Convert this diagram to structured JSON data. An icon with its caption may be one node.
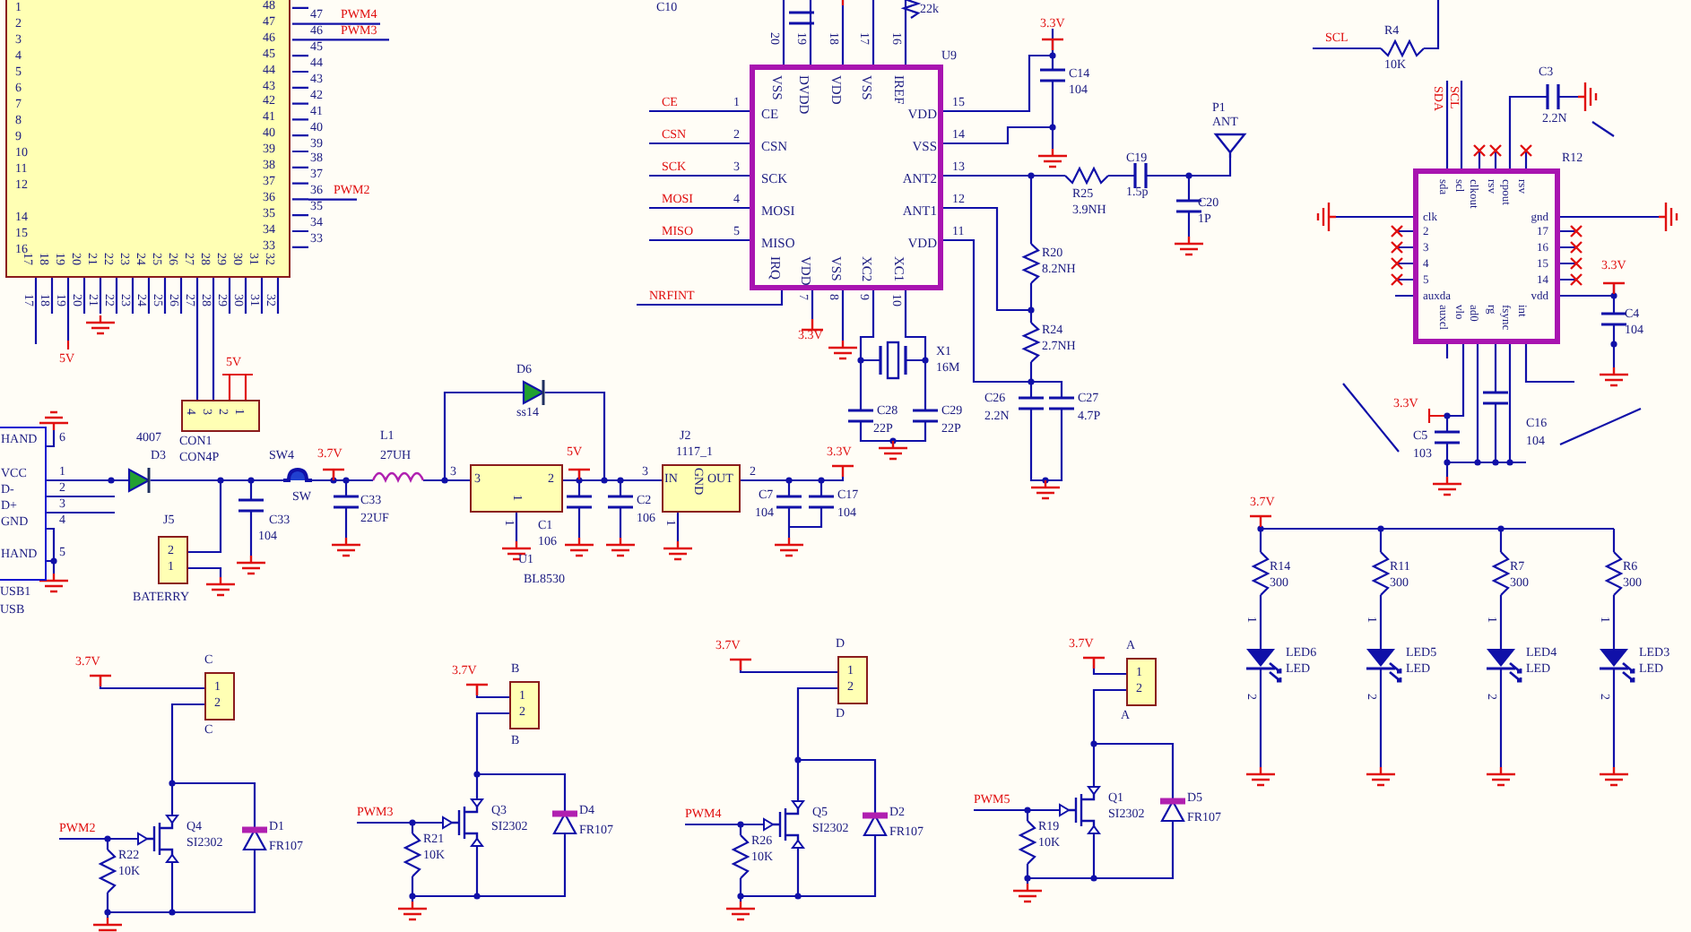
{
  "diagram": {
    "nodes": [
      {
        "text": [
          "1",
          "2",
          "3",
          "4",
          "5",
          "6",
          "7",
          "8",
          "9",
          "10",
          "11",
          "12",
          "14",
          "15",
          "16",
          "48",
          "47",
          "46",
          "45",
          "44",
          "43",
          "42",
          "41",
          "40",
          "39",
          "38",
          "37",
          "36",
          "35",
          "34",
          "33",
          "17",
          "18",
          "19",
          "20",
          "21",
          "22",
          "23",
          "24",
          "25",
          "26",
          "27",
          "28",
          "29",
          "30",
          "31",
          "32"
        ]
      },
      {
        "text": [
          "VSS",
          "DVDD",
          "VDD",
          "VSS",
          "IREF",
          "CE",
          "CSN",
          "SCK",
          "MOSI",
          "MISO",
          "VDD",
          "VSS",
          "ANT2",
          "ANT1",
          "VDD",
          "IRQ",
          "VDD",
          "VSS",
          "XC2",
          "XC1"
        ],
        "beside": [
          "U9"
        ]
      },
      {
        "text": [
          "sda",
          "scl",
          "clkout",
          "rsv",
          "cpout",
          "rsv",
          "clk",
          "2",
          "3",
          "4",
          "5",
          "auxda",
          "gnd",
          "17",
          "16",
          "15",
          "14",
          "vdd",
          "auxcl",
          "vlo",
          "ad0",
          "rg",
          "fsync",
          "int"
        ]
      },
      {
        "text": [
          "4",
          "3",
          "2",
          "1"
        ],
        "beside": [
          "CON1",
          "CON4P"
        ]
      },
      {
        "text": [
          "HAND",
          "VCC",
          "D-",
          "D+",
          "GND",
          "HAND"
        ],
        "beside": [
          "USB1",
          "USB"
        ]
      },
      {
        "text": [
          "2",
          "1"
        ],
        "beside": [
          "J5",
          "BATERRY"
        ]
      },
      {
        "text": [
          "3",
          "2",
          "1"
        ],
        "beside": [
          "U1",
          "BL8530"
        ]
      },
      {
        "text": [
          "IN",
          "GND",
          "OUT"
        ],
        "beside": [
          "J2",
          "1117_1"
        ]
      },
      {
        "text": [
          "1",
          "2"
        ],
        "beside": [
          "C",
          "C"
        ]
      },
      {
        "text": [
          "1",
          "2"
        ],
        "beside": [
          "B",
          "B"
        ]
      },
      {
        "text": [
          "1",
          "2"
        ],
        "beside": [
          "D",
          "D"
        ]
      },
      {
        "text": [
          "1",
          "2"
        ],
        "beside": [
          "A",
          "A"
        ]
      }
    ],
    "edges": [
      {
        "from": 0,
        "to": 3,
        "arrow": "none"
      },
      {
        "from": 0,
        "to": 3,
        "arrow": "none"
      },
      {
        "from": 6,
        "to": 7,
        "arrow": "none"
      }
    ],
    "labels": [
      "47",
      "46",
      "45",
      "44",
      "43",
      "42",
      "41",
      "40",
      "39",
      "38",
      "37",
      "36",
      "35",
      "34",
      "33",
      "PWM4",
      "PWM3",
      "PWM2",
      "17",
      "18",
      "19",
      "20",
      "21",
      "22",
      "23",
      "24",
      "25",
      "26",
      "27",
      "28",
      "29",
      "30",
      "31",
      "32",
      "5V",
      "6",
      "1",
      "2",
      "3",
      "4",
      "5",
      "C10",
      "22k",
      "20",
      "19",
      "18",
      "17",
      "16",
      "1",
      "2",
      "3",
      "4",
      "5",
      "CE",
      "CSN",
      "SCK",
      "MOSI",
      "MISO",
      "NRFINT",
      "15",
      "14",
      "13",
      "12",
      "11",
      "7",
      "8",
      "9",
      "10",
      "3.3V",
      "3.3V",
      "C14",
      "104",
      "P1",
      "ANT",
      "R25",
      "3.9NH",
      "C19",
      "1.5p",
      "C20",
      "1P",
      "R20",
      "8.2NH",
      "R24",
      "2.7NH",
      "X1",
      "16M",
      "C28",
      "22P",
      "C29",
      "22P",
      "C26",
      "2.2N",
      "C27",
      "4.7P",
      "SCL",
      "R4",
      "10K",
      "SDA",
      "SCL",
      "C3",
      "2.2N",
      "R12",
      "3.3V",
      "C4",
      "104",
      "4007",
      "D3",
      "C33",
      "104",
      "SW4",
      "SW",
      "3.7V",
      "L1",
      "27UH",
      "C33",
      "22UF",
      "D6",
      "ss14",
      "3",
      "5V",
      "C1",
      "106",
      "C2",
      "106",
      "3",
      "2",
      "3.3V",
      "C7",
      "104",
      "C17",
      "104",
      "1",
      "1",
      "5V",
      "3.7V",
      "Q4",
      "SI2302",
      "D1",
      "FR107",
      "PWM2",
      "R22",
      "10K",
      "3.7V",
      "Q3",
      "SI2302",
      "D4",
      "FR107",
      "PWM3",
      "R21",
      "10K",
      "3.7V",
      "Q5",
      "SI2302",
      "D2",
      "FR107",
      "PWM4",
      "R26",
      "10K",
      "3.7V",
      "Q1",
      "SI2302",
      "D5",
      "FR107",
      "PWM5",
      "R19",
      "10K",
      "3.7V",
      "R14",
      "300",
      "1",
      "LED6",
      "LED",
      "2",
      "R11",
      "300",
      "1",
      "LED5",
      "LED",
      "2",
      "R7",
      "300",
      "1",
      "LED4",
      "LED",
      "2",
      "R6",
      "300",
      "1",
      "LED3",
      "LED",
      "2",
      "3.3V",
      "C5",
      "103",
      "C16",
      "104"
    ]
  }
}
